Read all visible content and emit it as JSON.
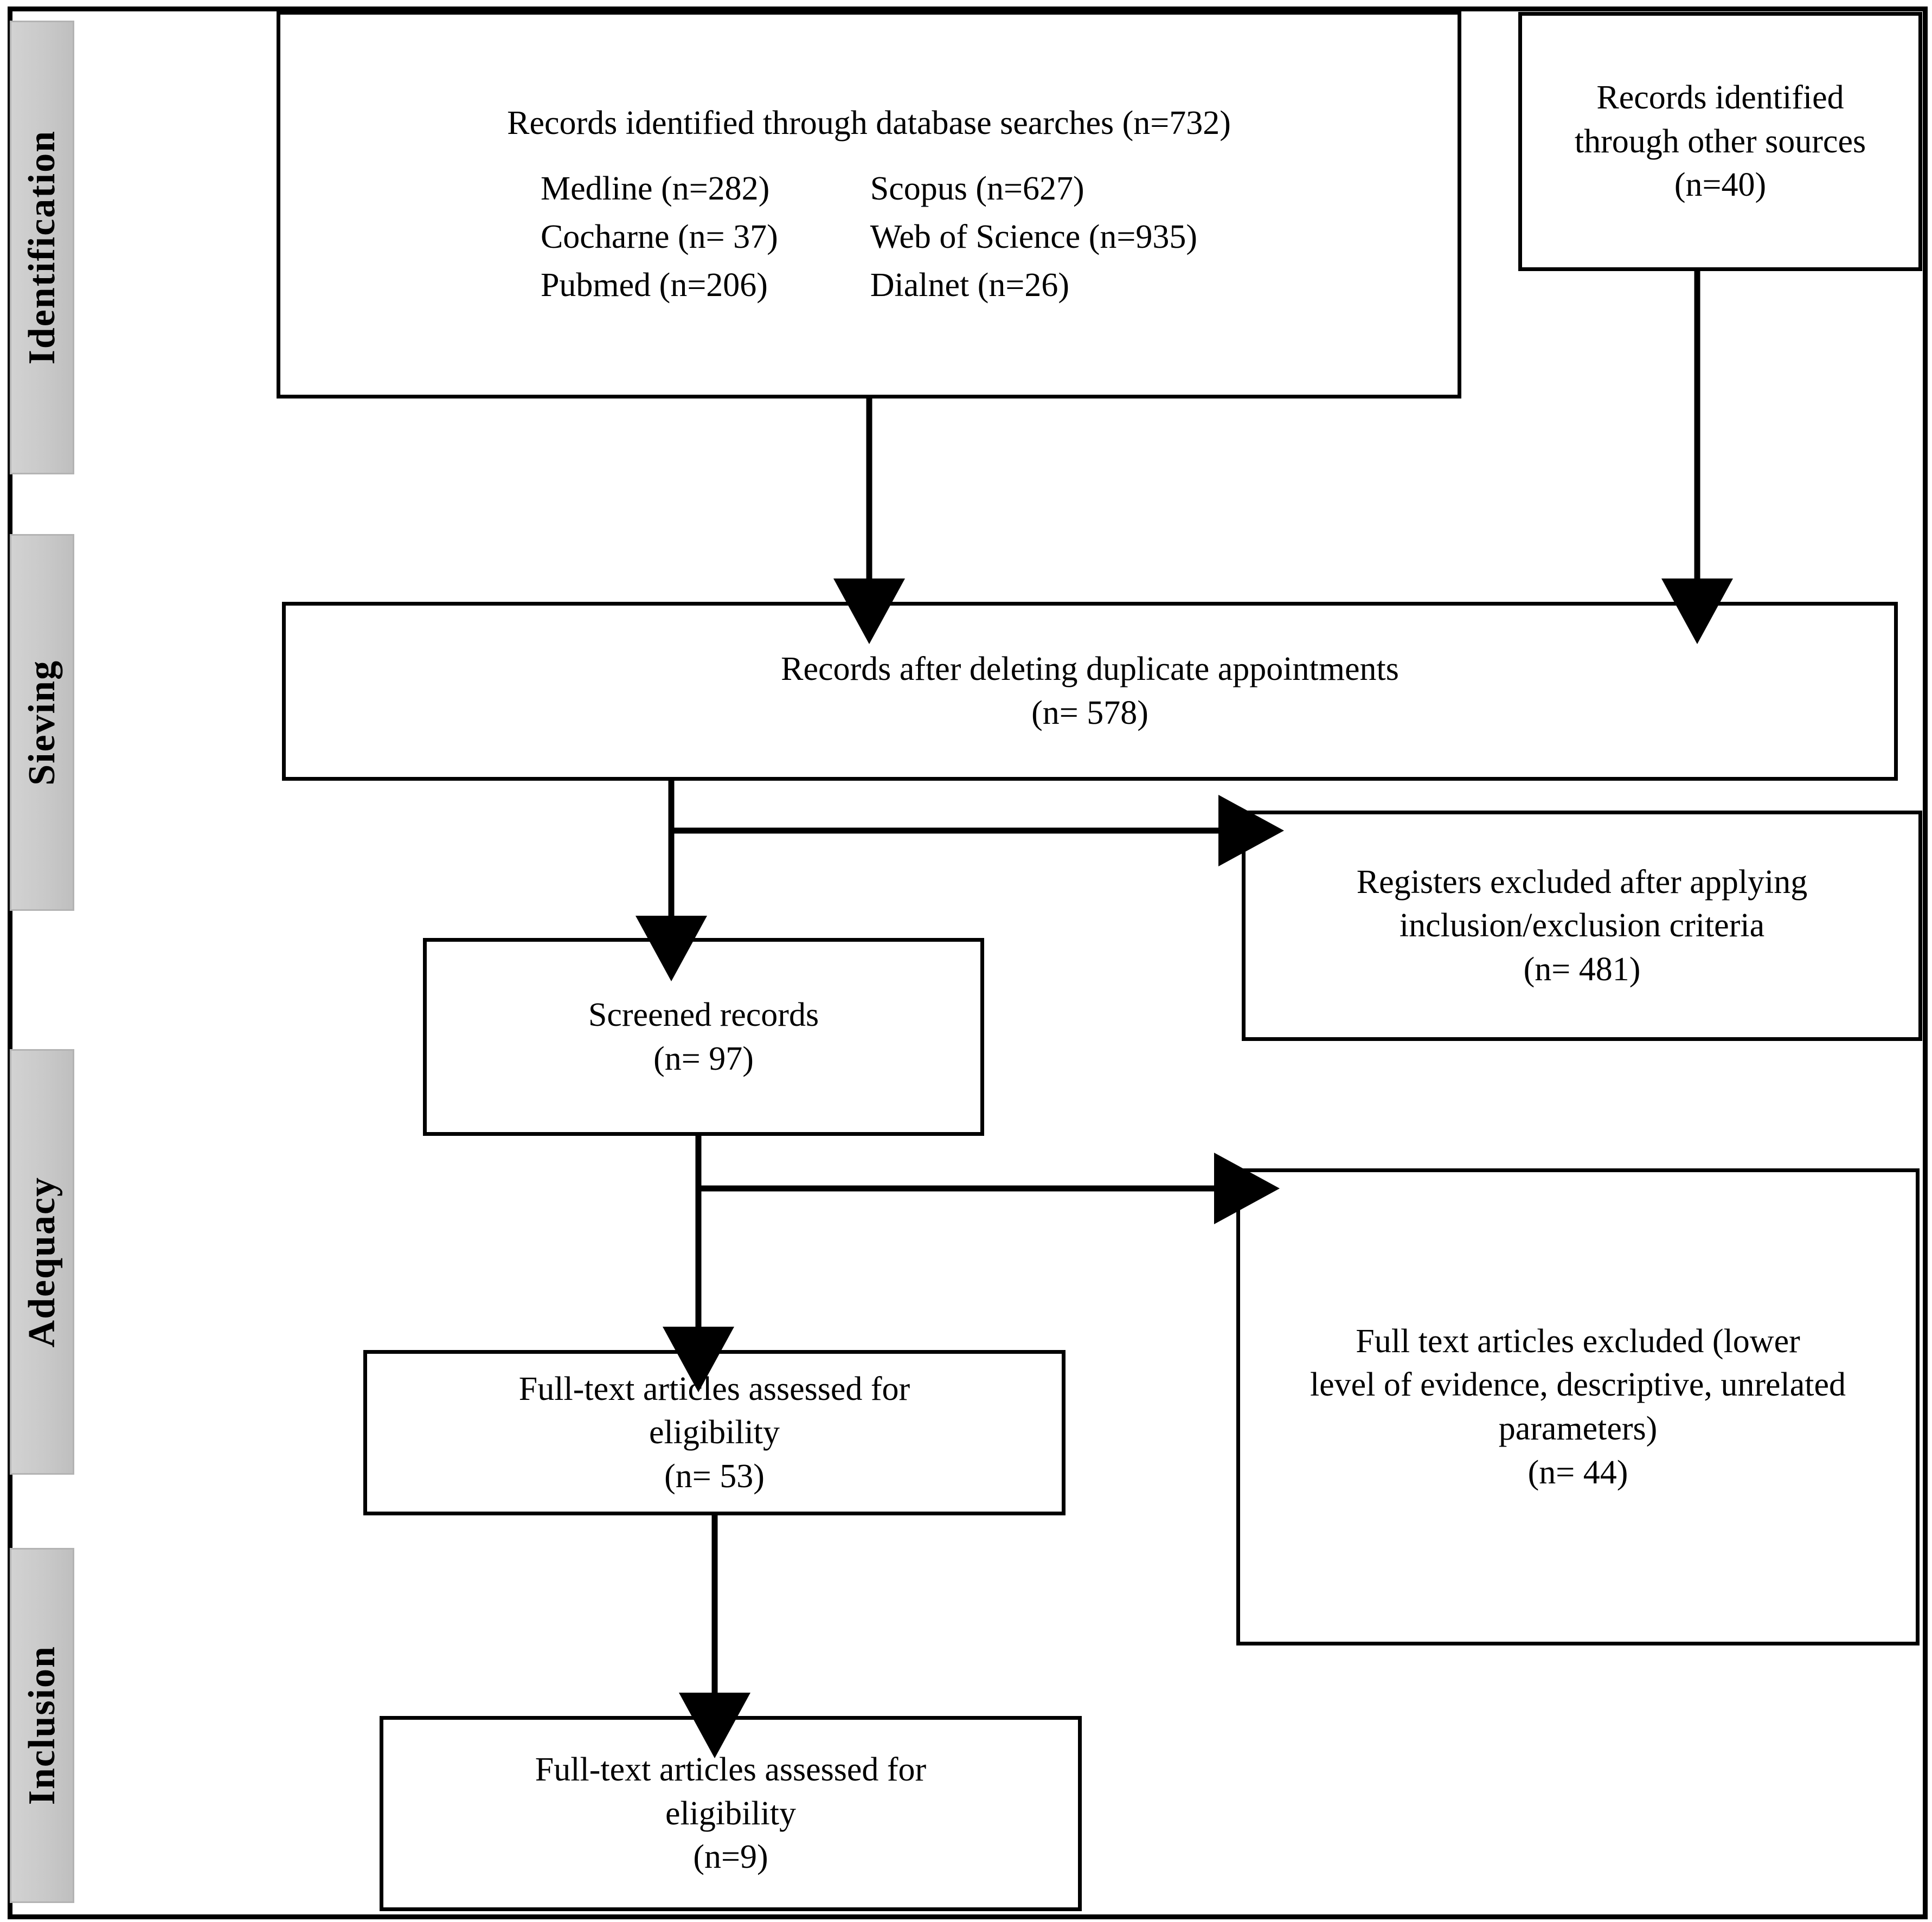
{
  "diagram": {
    "title": "PRISMA flow diagram",
    "stages": [
      {
        "label": "Identification"
      },
      {
        "label": "Sieving"
      },
      {
        "label": "Adequacy"
      },
      {
        "label": "Inclusion"
      }
    ],
    "boxes": {
      "database_records": {
        "heading": "Records identified through database searches (n=732)",
        "sources": [
          {
            "name": "Medline (n=282)",
            "name2": "Scopus (n=627)"
          },
          {
            "name": "Cocharne (n= 37)",
            "name2": "Web of Science   (n=935)"
          },
          {
            "name": "Pubmed (n=206)",
            "name2": "Dialnet (n=26)"
          }
        ]
      },
      "other_sources": {
        "line1": "Records identified",
        "line2": "through other sources",
        "line3": "(n=40)"
      },
      "duplicates_removed": {
        "line1": "Records after deleting duplicate appointments",
        "line2": "(n= 578)"
      },
      "registers_excluded": {
        "line1": "Registers excluded after applying",
        "line2": "inclusion/exclusion criteria",
        "line3": "(n= 481)"
      },
      "screened_records": {
        "line1": "Screened records",
        "line2": "(n= 97)"
      },
      "fulltext_excluded": {
        "line1": "Full text articles excluded (lower",
        "line2": "level of evidence, descriptive, unrelated",
        "line3": "parameters)",
        "line4": "(n= 44)"
      },
      "fulltext_assessed": {
        "line1": "Full-text articles assessed for",
        "line2": "eligibility",
        "line3": "(n= 53)"
      },
      "included_studies": {
        "line1": "Full-text articles assessed for",
        "line2": "eligibility",
        "line3": "(n=9)"
      }
    },
    "colors": {
      "stage_band_fill": "#c9c9c9",
      "stage_band_border": "#b3b3b3",
      "box_border": "#000000",
      "connector": "#000000",
      "page_background": "#ffffff"
    }
  }
}
